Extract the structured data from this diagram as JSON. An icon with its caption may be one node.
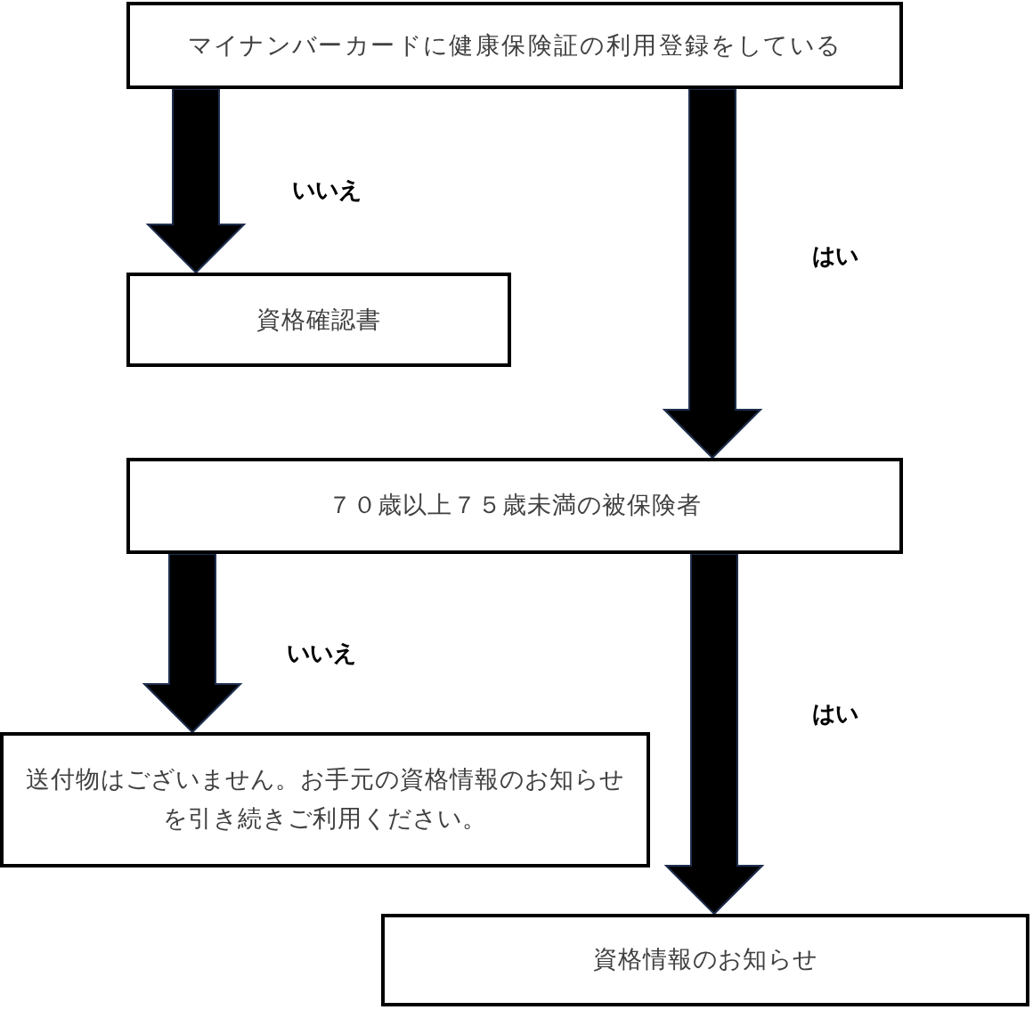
{
  "diagram": {
    "nodes": [
      {
        "text": [
          "マイナンバーカードに健康保険証の利用登録をしている"
        ]
      },
      {
        "text": [
          "資格確認書"
        ]
      },
      {
        "text": [
          "７０歳以上７５歳未満の被保険者"
        ]
      },
      {
        "text": [
          "送付物はございません。お手元の資格情報のお知らせを引き続きご利用ください。"
        ]
      },
      {
        "text": [
          "資格情報のお知らせ"
        ]
      }
    ],
    "edges": [
      {
        "from": 0,
        "to": 1,
        "arrow": "to",
        "label": "いいえ",
        "style": "thick"
      },
      {
        "from": 0,
        "to": 2,
        "arrow": "to",
        "label": "はい",
        "style": "thick"
      },
      {
        "from": 2,
        "to": 3,
        "arrow": "to",
        "label": "いいえ",
        "style": "thick"
      },
      {
        "from": 2,
        "to": 4,
        "arrow": "to",
        "label": "はい",
        "style": "thick"
      }
    ]
  }
}
